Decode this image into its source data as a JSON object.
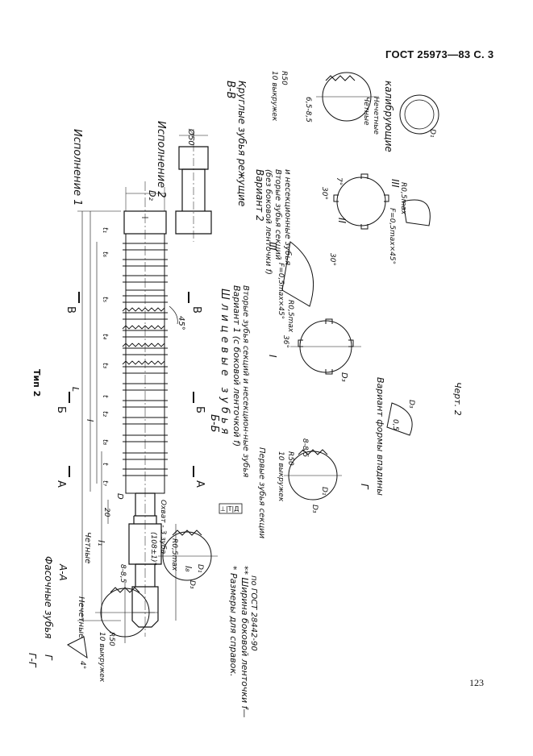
{
  "header": {
    "text": "ГОСТ 25973—83 С. 3"
  },
  "page": {
    "number": "123"
  },
  "drawing": {
    "type_label": "Тип 2",
    "version_1": "Исполнение 1",
    "version_2": "Исполнение 2",
    "sections": {
      "aa": "А-А",
      "bb": "Б-Б",
      "vv": "В-В",
      "gg": "Г-Г",
      "a_mark": "А",
      "b_mark": "Б",
      "v_mark": "В",
      "g_mark": "Г"
    },
    "labels": {
      "chamfer_teeth": "Фасочные зубья",
      "odd": "Нечетные",
      "even": "Четные",
      "first_teeth": "Первые зубья секции",
      "spline_teeth": "Шлицевые зубья",
      "variant1": "Вариант 1 (с боковой ленточкой f)",
      "variant1_sub": "Вторые зубья секций и несекцион-ные зубья",
      "variant2": "Вариант 2",
      "variant2_sub1": "(без боковой ленточки f)",
      "variant2_sub2": "Вторые зубья секций",
      "variant2_sub3": "и несекционные зубья",
      "round_teeth": "Круглые зубья режущие",
      "calibrating": "калибрующие",
      "even2": "Четные",
      "odd2": "Нечетные",
      "variant_trough": "Вариант формы впадины",
      "coverage": "Охват - 3 зуба",
      "r50": "R50",
      "tenbulge": "10 выкружек",
      "note1": "* Размеры для справок.",
      "note2": "** Ширина боковой ленточки f—",
      "note2b": "по ГОСТ 28442-90",
      "chert": "Черт. 2"
    },
    "dims": {
      "L": "L",
      "l": "l",
      "l1": "l₁",
      "l8": "l₈",
      "t": "t",
      "t1": "t₁",
      "t2": "t₂",
      "t3": "t₃",
      "t4": "t₄",
      "t5": "t₅",
      "t6": "t₆",
      "t7": "t₇",
      "t8": "t₈",
      "d1": "D₁",
      "d2": "D₂",
      "d3": "D₃",
      "dd": "D",
      "d50": "Ø50",
      "v20": "20",
      "v45": "45°",
      "v85": "8-8,5",
      "v65": "6,5-8,5",
      "v108": "(108±1)°",
      "r05": "R0,5max",
      "f05": "F=0,5max×45°",
      "v36": "36°",
      "v30": "30°",
      "v7": "7°",
      "v4": "4°",
      "v05": "0,5",
      "fbox": "⊥|T|Д"
    }
  }
}
